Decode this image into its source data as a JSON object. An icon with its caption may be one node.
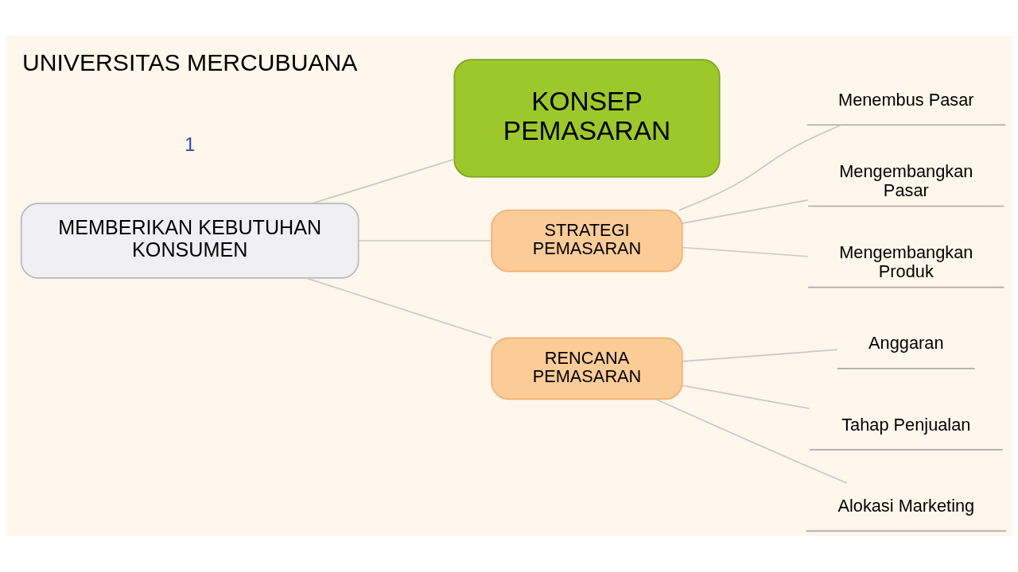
{
  "diagram": {
    "nodes": [
      {
        "text": [
          "KONSEP PEMASARAN"
        ]
      },
      {
        "text": [
          "MEMBERIKAN KEBUTUHAN KONSUMEN"
        ]
      },
      {
        "text": [
          "STRATEGI PEMASARAN"
        ]
      },
      {
        "text": [
          "Menembus Pasar"
        ]
      },
      {
        "text": [
          "Mengembangkan Pasar"
        ]
      },
      {
        "text": [
          "Mengembangkan Produk"
        ]
      },
      {
        "text": [
          "RENCANA PEMASARAN"
        ]
      },
      {
        "text": [
          "Anggaran"
        ]
      },
      {
        "text": [
          "Tahap Penjualan"
        ]
      },
      {
        "text": [
          "Alokasi Marketing"
        ]
      }
    ],
    "edges": [
      {
        "from": 1,
        "to": 0,
        "arrow": "none"
      },
      {
        "from": 1,
        "to": 2,
        "arrow": "none"
      },
      {
        "from": 1,
        "to": 6,
        "arrow": "none"
      },
      {
        "from": 2,
        "to": 3,
        "arrow": "none"
      },
      {
        "from": 2,
        "to": 4,
        "arrow": "none"
      },
      {
        "from": 2,
        "to": 5,
        "arrow": "none"
      },
      {
        "from": 6,
        "to": 7,
        "arrow": "none"
      },
      {
        "from": 6,
        "to": 8,
        "arrow": "none"
      },
      {
        "from": 6,
        "to": 9,
        "arrow": "none"
      }
    ],
    "labels": [
      "1",
      "UNIVERSITAS MERCUBUANA"
    ]
  }
}
